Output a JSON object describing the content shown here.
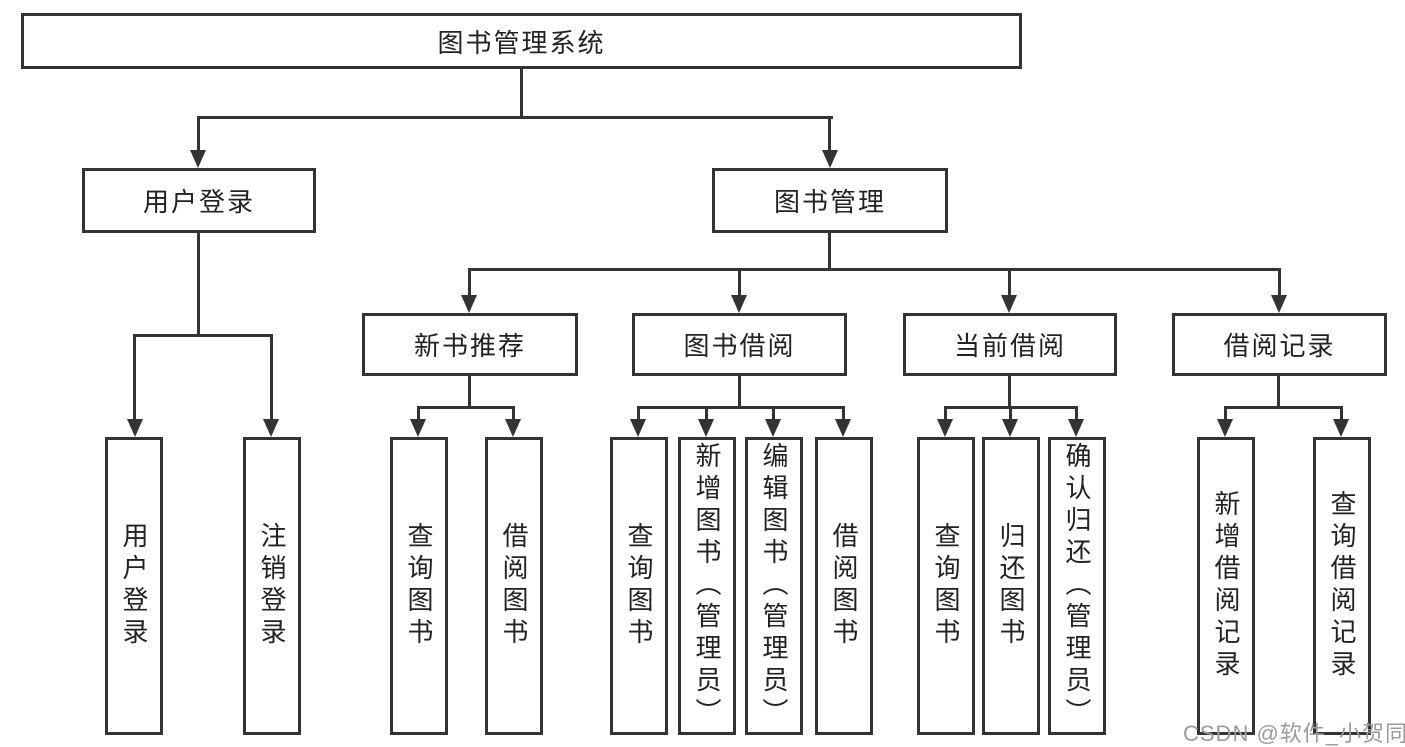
{
  "diagram": {
    "root": {
      "label": "图书管理系统"
    },
    "level2": [
      {
        "label": "用户登录"
      },
      {
        "label": "图书管理"
      }
    ],
    "level3": [
      {
        "label": "新书推荐"
      },
      {
        "label": "图书借阅"
      },
      {
        "label": "当前借阅"
      },
      {
        "label": "借阅记录"
      }
    ],
    "leaves": {
      "user_login": [
        {
          "label": "用户登录"
        },
        {
          "label": "注销登录"
        }
      ],
      "new_book": [
        {
          "label": "查询图书"
        },
        {
          "label": "借阅图书"
        }
      ],
      "book_borrow": [
        {
          "label": "查询图书"
        },
        {
          "label": "新增图书（管理员）"
        },
        {
          "label": "编辑图书（管理员）"
        },
        {
          "label": "借阅图书"
        }
      ],
      "current_borrow": [
        {
          "label": "查询图书"
        },
        {
          "label": "归还图书"
        },
        {
          "label": "确认归还（管理员）"
        }
      ],
      "borrow_record": [
        {
          "label": "新增借阅记录"
        },
        {
          "label": "查询借阅记录"
        }
      ]
    }
  },
  "watermark": {
    "text": "CSDN @软件_小贺同学"
  },
  "colors": {
    "line": "#333333",
    "text": "#222222",
    "watermark": "#9b9b9b",
    "background": "#ffffff"
  }
}
